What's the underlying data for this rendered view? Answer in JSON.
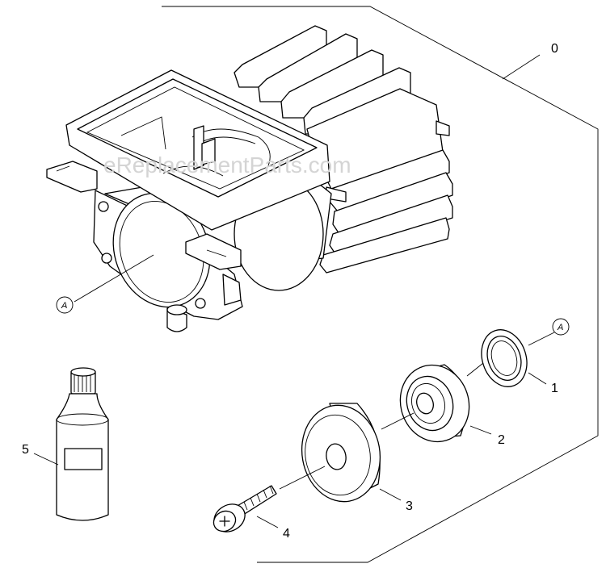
{
  "watermark": "eReplacementParts.com",
  "callouts": {
    "assembly": "0",
    "part1": "1",
    "part2": "2",
    "part3": "3",
    "part4": "4",
    "part5": "5"
  },
  "reference_marks": {
    "housing_ref": "A",
    "seal_ref": "A"
  }
}
